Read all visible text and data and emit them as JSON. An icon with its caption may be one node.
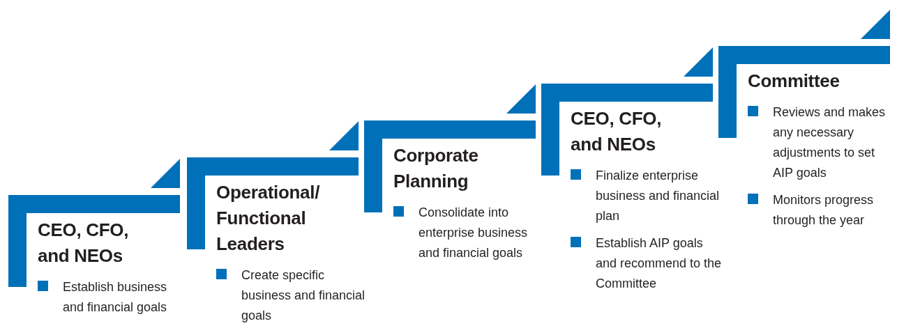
{
  "diagram": {
    "nodes": [
      {
        "text": [
          "CEO, CFO, and NEOs",
          "Establish business and financial goals"
        ]
      },
      {
        "text": [
          "Operational/ Functional Leaders",
          "Create specific business and financial goals"
        ]
      },
      {
        "text": [
          "Corporate Planning",
          "Consolidate into enterprise business and financial goals"
        ]
      },
      {
        "text": [
          "CEO, CFO, and NEOs",
          "Finalize enterprise business and financial plan",
          "Establish AIP goals and recommend to the Committee"
        ]
      },
      {
        "text": [
          "Committee",
          "Reviews and makes any necessary adjustments to set AIP goals",
          "Monitors progress through the year"
        ]
      }
    ]
  }
}
